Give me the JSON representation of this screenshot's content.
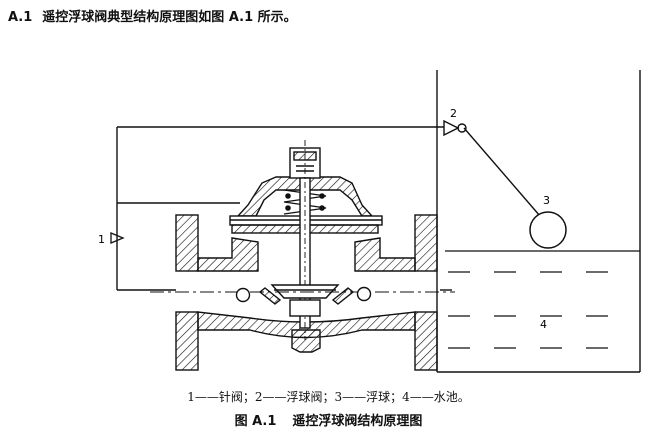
{
  "heading": {
    "number": "A.1",
    "text": "遥控浮球阀典型结构原理图如图 A.1 所示。"
  },
  "figure": {
    "labels": [
      "1",
      "2",
      "3",
      "4"
    ],
    "legend": "1——针阀；2——浮球阀；3——浮球；4——水池。",
    "caption_number": "图 A.1",
    "caption_title": "遥控浮球阀结构原理图"
  }
}
